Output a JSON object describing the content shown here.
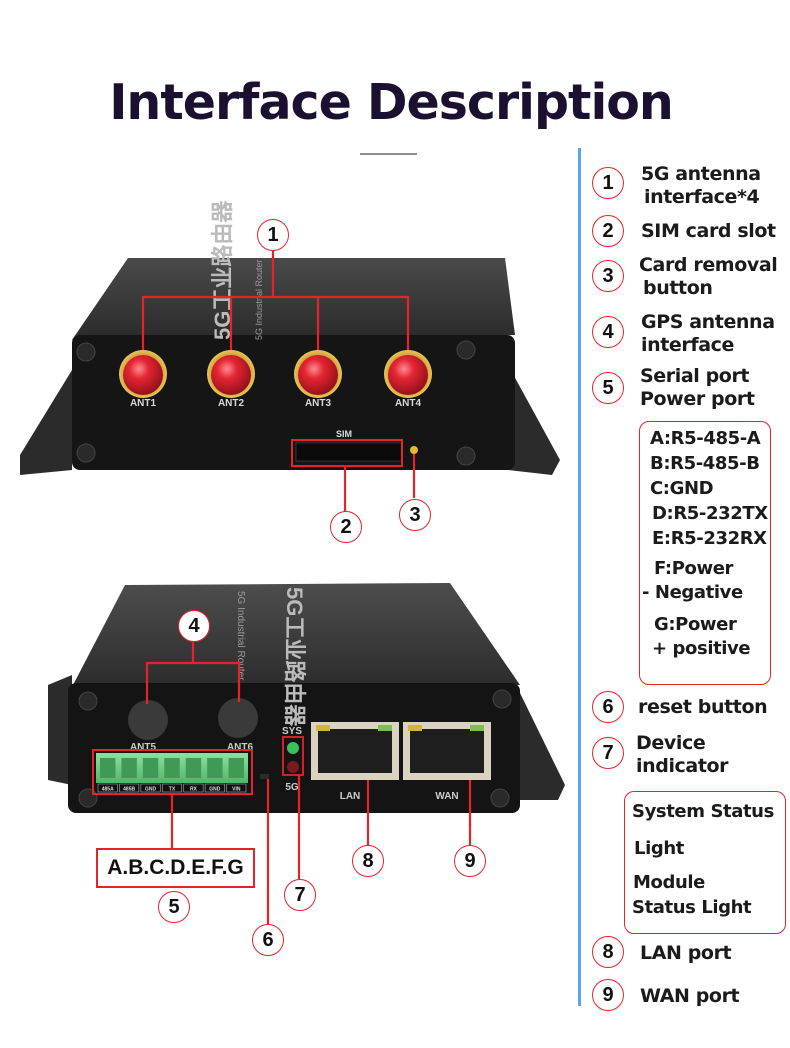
{
  "title": "Interface Description",
  "legend": {
    "items": [
      {
        "number": "1",
        "lines": [
          "5G antenna",
          "interface*4"
        ]
      },
      {
        "number": "2",
        "lines": [
          "SIM card slot"
        ]
      },
      {
        "number": "3",
        "lines": [
          "Card removal",
          "button"
        ]
      },
      {
        "number": "4",
        "lines": [
          "GPS antenna",
          "interface"
        ]
      },
      {
        "number": "5",
        "lines": [
          "Serial port",
          "Power port"
        ]
      },
      {
        "number": "6",
        "lines": [
          "reset button"
        ]
      },
      {
        "number": "7",
        "lines": [
          "Device",
          "indicator"
        ]
      },
      {
        "number": "8",
        "lines": [
          "LAN port"
        ]
      },
      {
        "number": "9",
        "lines": [
          "WAN port"
        ]
      }
    ],
    "serial_box": [
      "A:R5-485-A",
      "B:R5-485-B",
      "C:GND",
      "D:R5-232TX",
      "E:R5-232RX",
      "F:Power",
      "- Negative",
      "G:Power",
      "+ positive"
    ],
    "indicator_box": [
      "System Status",
      "Light",
      "Module",
      "Status Light"
    ]
  },
  "top_device": {
    "antennas": [
      "ANT1",
      "ANT2",
      "ANT3",
      "ANT4"
    ],
    "sim_label": "SIM",
    "lid_text": "5G工业路由器",
    "lid_subtext": "5G Industrial Router",
    "callouts": [
      "1",
      "2",
      "3"
    ]
  },
  "bottom_device": {
    "gps_antennas": [
      "ANT5",
      "ANT6"
    ],
    "terminal_pins": [
      "485A",
      "485B",
      "GND",
      "TX",
      "RX",
      "GND",
      "VIN"
    ],
    "led_labels": [
      "SYS",
      "5G"
    ],
    "ports": [
      "LAN",
      "WAN"
    ],
    "lid_text": "5G工业路由器",
    "lid_subtext": "5G Industrial Router",
    "terminal_caption": "A.B.C.D.E.F.G",
    "callouts": [
      "4",
      "5",
      "6",
      "7",
      "8",
      "9"
    ]
  },
  "colors": {
    "accent_red": "#e5242a",
    "rule_blue": "#5aa6ec",
    "title": "#1c1030",
    "device_body": "#1a1a1a",
    "antenna_red": "#e02030",
    "terminal_green": "#6fcf82"
  }
}
